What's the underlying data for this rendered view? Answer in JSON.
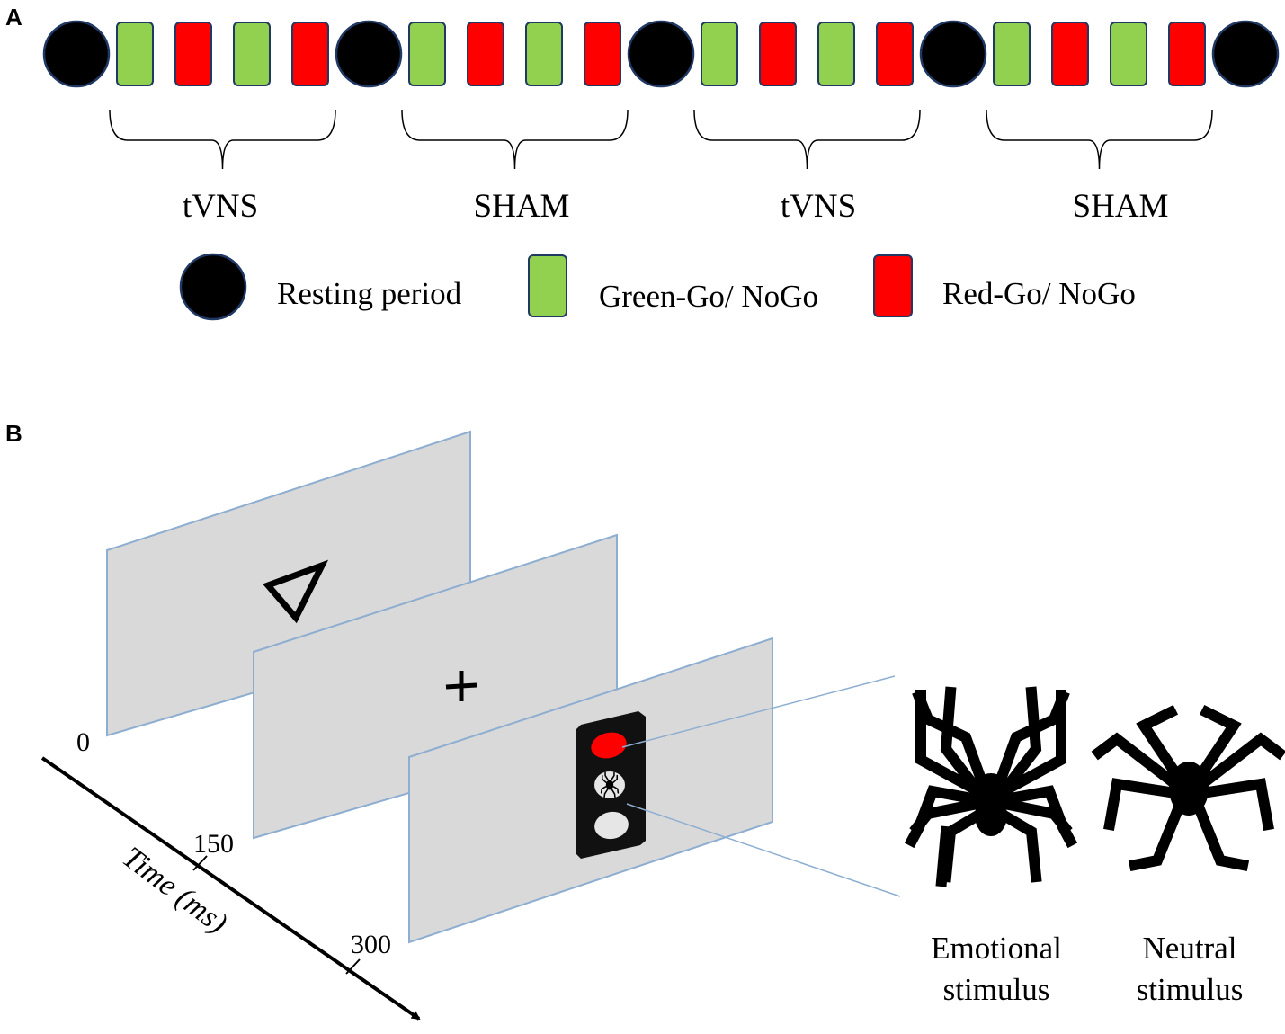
{
  "panel_a": {
    "label": "A",
    "sequence": [
      "rest",
      "green",
      "red",
      "green",
      "red",
      "rest",
      "green",
      "red",
      "green",
      "red",
      "rest",
      "green",
      "red",
      "green",
      "red",
      "rest",
      "green",
      "red",
      "green",
      "red",
      "rest"
    ],
    "groups": [
      "tVNS",
      "SHAM",
      "tVNS",
      "SHAM"
    ],
    "legend": {
      "rest": "Resting period",
      "green": "Green-Go/ NoGo",
      "red": "Red-Go/ NoGo"
    },
    "colors": {
      "rest": "#000000",
      "green": "#92d050",
      "red": "#ff0000",
      "outline": "#1f3864"
    }
  },
  "panel_b": {
    "label": "B",
    "axis_title": "Time (ms)",
    "ticks": [
      "0",
      "150",
      "300"
    ],
    "screens": [
      {
        "content": "triangle-cue"
      },
      {
        "content": "fixation-cross"
      },
      {
        "content": "traffic-light-stimulus"
      }
    ],
    "stimuli": [
      {
        "line1": "Emotional",
        "line2": "stimulus"
      },
      {
        "line1": "Neutral",
        "line2": "stimulus"
      }
    ],
    "colors": {
      "screen_fill": "#d9d9d9",
      "screen_border": "#8eaed1",
      "light_red": "#ff0000"
    }
  }
}
